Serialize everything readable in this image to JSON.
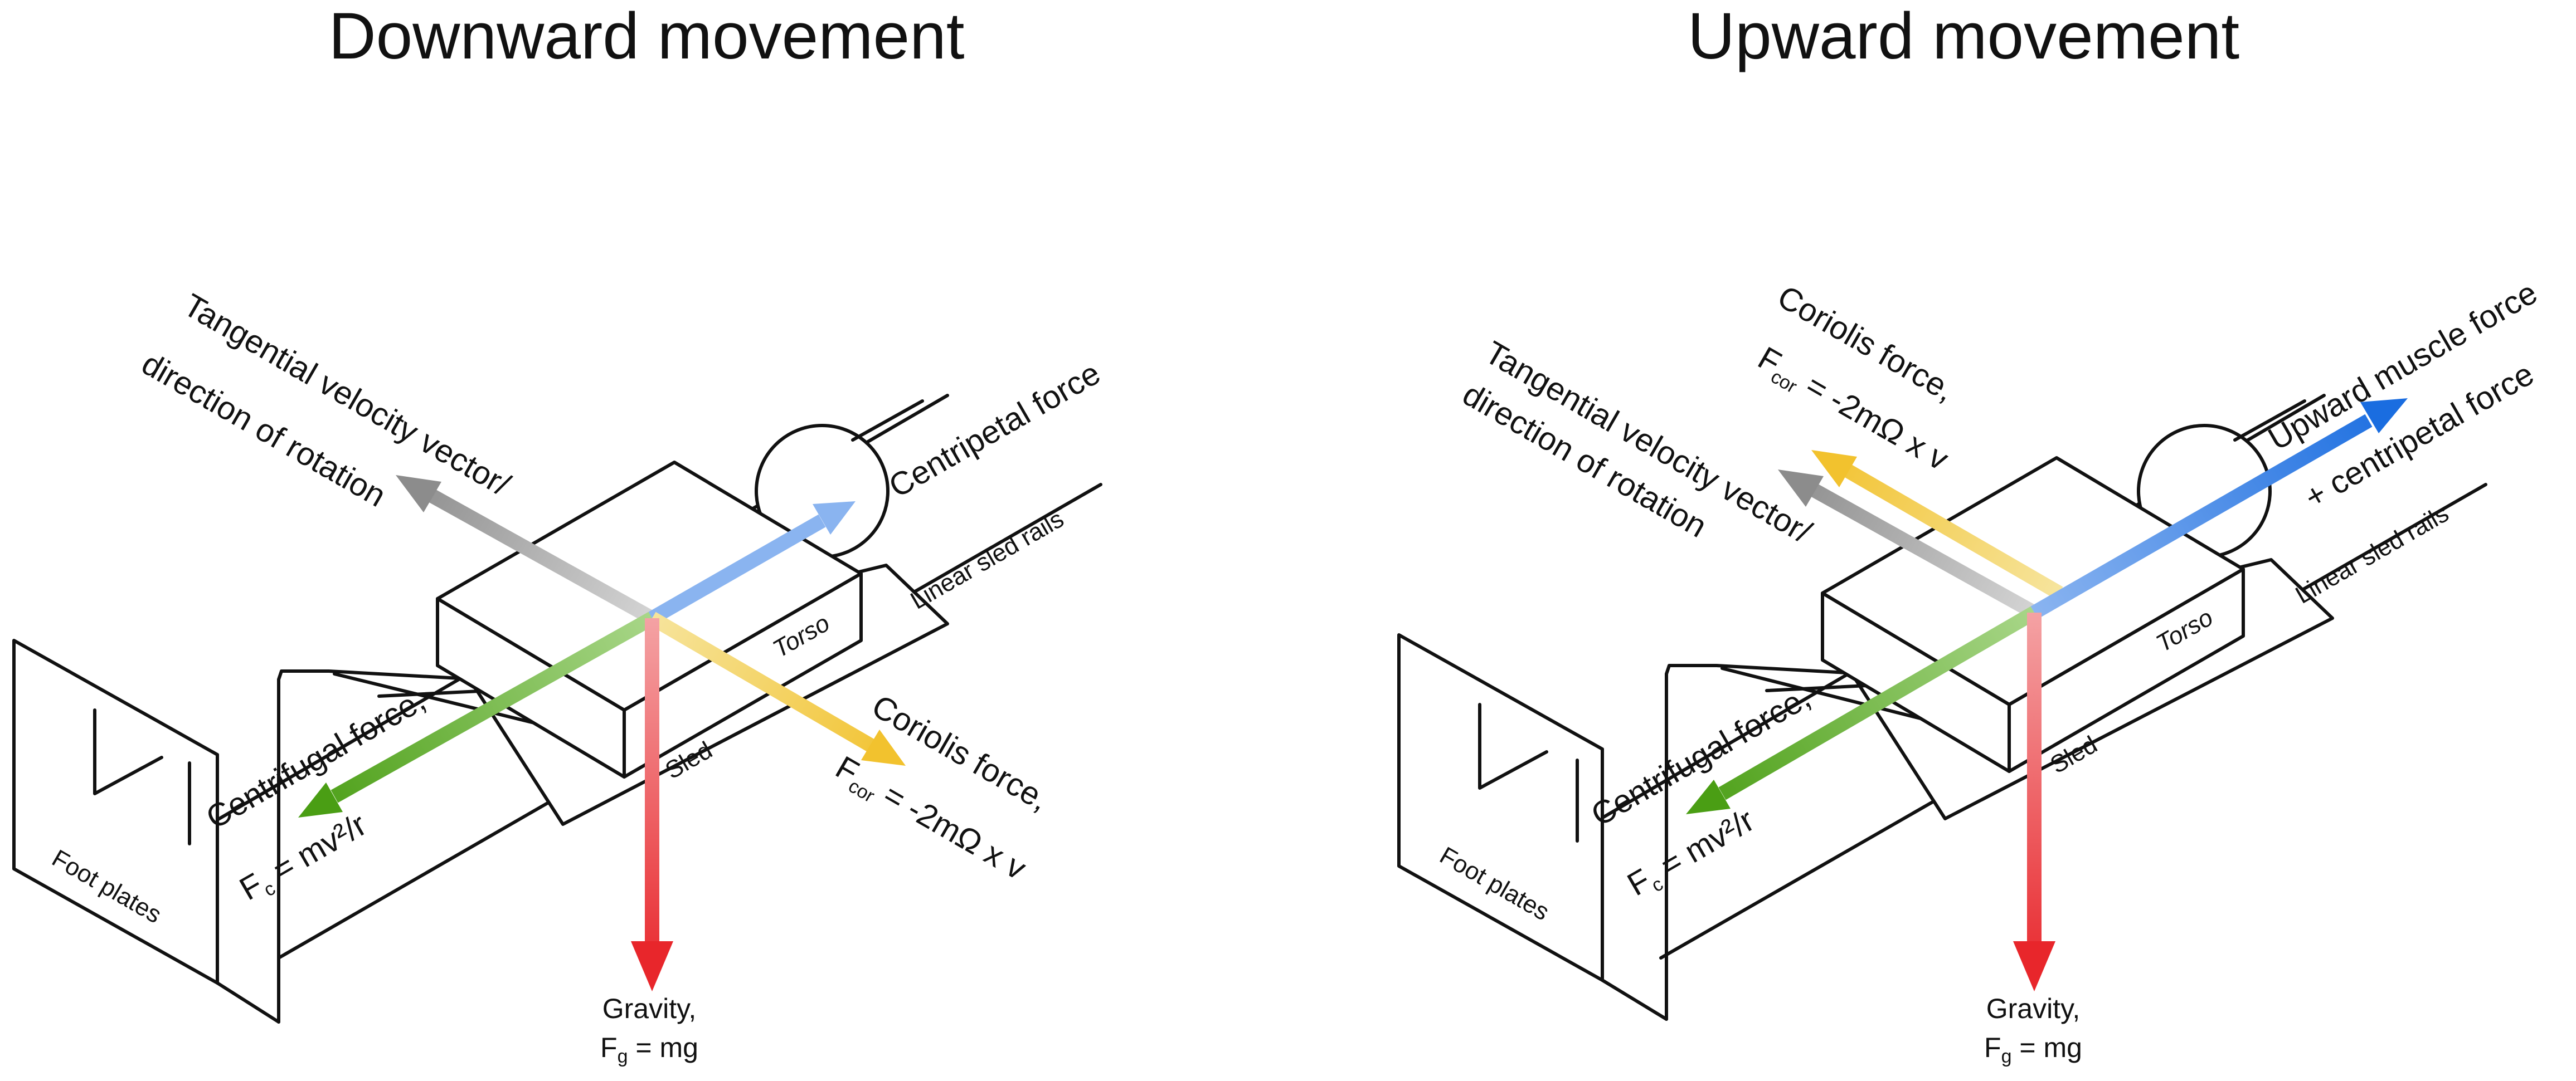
{
  "colors": {
    "velocity": "#8c8c8c",
    "velocity_light": "#d4d4d4",
    "centripetal_light": "#8ab4f0",
    "muscle": "#1a6de0",
    "muscle_light": "#8ab4f0",
    "coriolis": "#f2c22e",
    "coriolis_light": "#f6e49c",
    "centrifugal": "#4a9e14",
    "centrifugal_light": "#a8d688",
    "gravity": "#e8262b",
    "gravity_light": "#f4a2a4",
    "line": "#111111"
  },
  "left": {
    "title": "Downward movement",
    "velocity_line1": "Tangential velocity vector/",
    "velocity_line2": "direction of rotation",
    "centripetal": "Centripetal force",
    "rails": "Linear sled rails",
    "torso": "Torso",
    "sled": "Sled",
    "centrifugal_line1": "Centrifugal force,",
    "centrifugal_f": "F",
    "centrifugal_sub": "c",
    "centrifugal_eq": " = mv²/r",
    "coriolis_line1": "Coriolis force,",
    "coriolis_f": "F",
    "coriolis_sub": "cor",
    "coriolis_eq": " = -2mΩ x v",
    "foot": "Foot plates",
    "gravity_line1": "Gravity,",
    "gravity_f": "F",
    "gravity_sub": "g",
    "gravity_eq": " = mg"
  },
  "right": {
    "title": "Upward movement",
    "velocity_line1": "Tangential velocity vector/",
    "velocity_line2": "direction of rotation",
    "coriolis_line1": "Coriolis force,",
    "coriolis_f": "F",
    "coriolis_sub": "cor",
    "coriolis_eq": " = -2mΩ x v",
    "muscle_line1": "Upward muscle force",
    "muscle_line2": "+ centripetal force",
    "rails": "Linear sled rails",
    "torso": "Torso",
    "sled": "Sled",
    "centrifugal_line1": "Centrifugal force,",
    "centrifugal_f": "F",
    "centrifugal_sub": "c",
    "centrifugal_eq": " = mv²/r",
    "foot": "Foot plates",
    "gravity_line1": "Gravity,",
    "gravity_f": "F",
    "gravity_sub": "g",
    "gravity_eq": " = mg"
  }
}
